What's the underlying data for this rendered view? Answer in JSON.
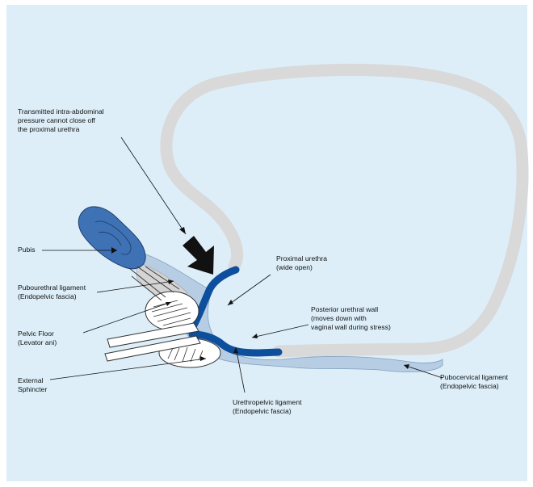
{
  "labels": {
    "transmitted_1": "Transmitted intra-abdominal",
    "transmitted_2": "pressure cannot close off",
    "transmitted_3": "the proximal urethra",
    "pubis": "Pubis",
    "puboure_1": "Pubourethral ligament",
    "puboure_2": "(Endopelvic fascia)",
    "pelvic_1": "Pelvic Floor",
    "pelvic_2": "(Levator ani)",
    "external_1": "External",
    "external_2": "Sphincter",
    "proximal_1": "Proximal urethra",
    "proximal_2": "(wide open)",
    "posterior_1": "Posterior urethral wall",
    "posterior_2": "(moves down with",
    "posterior_3": "vaginal wall during stress)",
    "urethropelvic_1": "Urethropelvic ligament",
    "urethropelvic_2": "(Endopelvic fascia)",
    "pubocervical_1": "Pubocervical ligament",
    "pubocervical_2": "(Endopelvic fascia)"
  },
  "colors": {
    "background": "#ddeef8",
    "bladder_outline": "#d9d9d9",
    "urethra": "#0d4f9c",
    "pubis": "#3f72b5",
    "fascia": "#b7cde4",
    "arrow": "#111111"
  }
}
